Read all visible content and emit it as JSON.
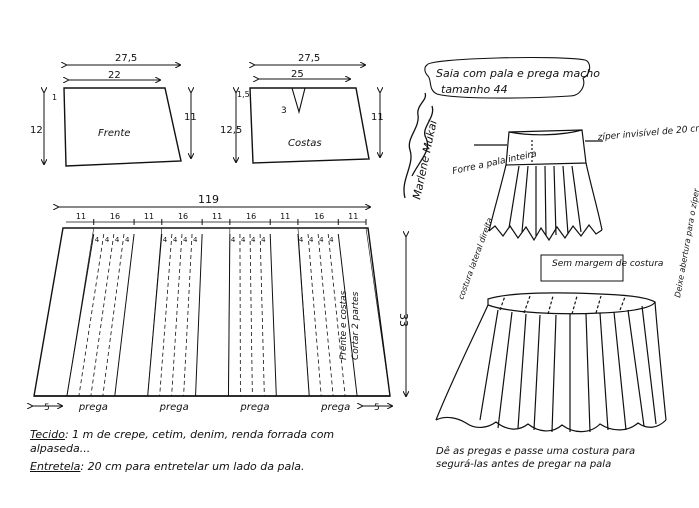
{
  "front_yoke": {
    "top_width": "27,5",
    "inner_width": "22",
    "height_left": "12",
    "height_right": "11",
    "left_small": "1",
    "label": "Frente"
  },
  "back_yoke": {
    "top_width": "27,5",
    "inner_width": "25",
    "height_left": "12,5",
    "height_right": "11",
    "left_small": "1,5",
    "dart_mark": "3",
    "label": "Costas"
  },
  "title": {
    "line1": "Saia com pala e prega macho",
    "line2": "tamanho 44"
  },
  "signature": "Marlene Mukai",
  "skirt_panel": {
    "total_width": "119",
    "height": "33",
    "segments": [
      "11",
      "16",
      "11",
      "16",
      "11",
      "16",
      "11",
      "16",
      "11"
    ],
    "pleat_marks": [
      "4",
      "4",
      "4",
      "4"
    ],
    "side_margin": "5",
    "pleat_label": "prega",
    "vertical_label_1": "Frente e costas",
    "vertical_label_2": "Cortar 2 partes"
  },
  "garment_labels": {
    "lining": "Forre a pala inteira",
    "zipper": "zíper invisível de 20 cm",
    "no_margin": "Sem margem de costura",
    "side_seam": "costura lateral direita",
    "zipper_opening": "Deixe abertura para o zíper"
  },
  "notes": {
    "fabric_label": "Tecido",
    "fabric_text": ": 1 m de crepe, cetim, denim, renda forrada com alpaseda...",
    "interfacing_label": "Entretela",
    "interfacing_text": ": 20 cm para entretelar um lado da pala.",
    "pleat_instruction": "Dê as pregas e passe uma costura para segurá-las antes de pregar na pala"
  }
}
